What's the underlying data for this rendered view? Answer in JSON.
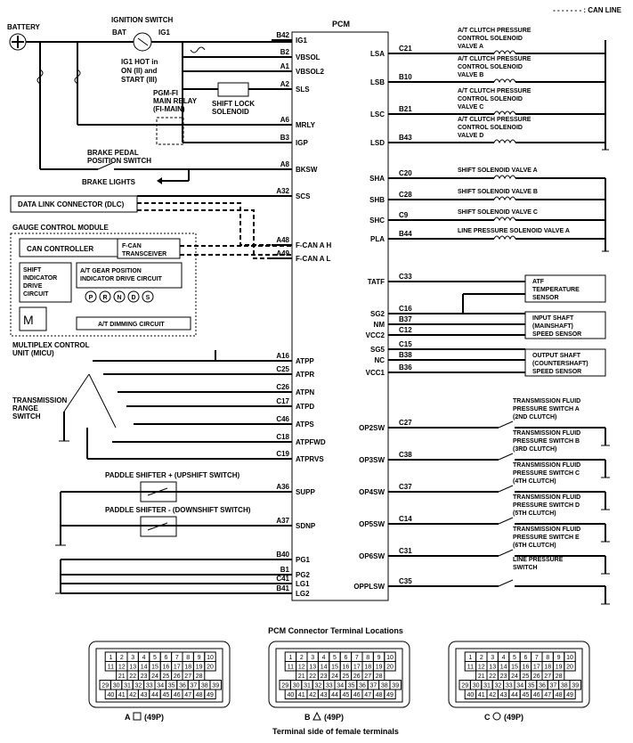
{
  "header": {
    "can_line_label": "- - - - - - - : CAN LINE",
    "battery": "BATTERY",
    "ignition_switch": "IGNITION SWITCH",
    "bat": "BAT",
    "ig1": "IG1",
    "ig1_note": [
      "IG1 HOT in",
      "ON (II) and",
      "START (III)"
    ],
    "pcm": "PCM",
    "relay": [
      "PGM-FI",
      "MAIN RELAY",
      "(FI-MAIN)"
    ],
    "shift_lock": [
      "SHIFT LOCK",
      "SOLENOID"
    ],
    "brake_switch": [
      "BRAKE PEDAL",
      "POSITION SWITCH"
    ],
    "brake_lights": "BRAKE LIGHTS",
    "dlc": "DATA LINK CONNECTOR (DLC)",
    "gauge_module": "GAUGE CONTROL MODULE",
    "can_controller": "CAN CONTROLLER",
    "fcan_transceiver": [
      "F-CAN",
      "TRANSCEIVER"
    ],
    "shift_indicator": [
      "SHIFT",
      "INDICATOR",
      "DRIVE",
      "CIRCUIT"
    ],
    "gear_position": [
      "A/T GEAR POSITION",
      "INDICATOR DRIVE CIRCUIT"
    ],
    "gear_letters": [
      "P",
      "R",
      "N",
      "D",
      "S"
    ],
    "dimming": "A/T DIMMING CIRCUIT",
    "display_m": "M",
    "micu": [
      "MULTIPLEX CONTROL",
      "UNIT (MICU)"
    ],
    "trs": [
      "TRANSMISSION",
      "RANGE",
      "SWITCH"
    ],
    "paddle_up": "PADDLE SHIFTER + (UPSHIFT SWITCH)",
    "paddle_down": "PADDLE SHIFTER - (DOWNSHIFT SWITCH)"
  },
  "left_pins": [
    {
      "code": "B42",
      "name": "IG1"
    },
    {
      "code": "B2",
      "name": "VBSOL"
    },
    {
      "code": "A1",
      "name": "VBSOL2"
    },
    {
      "code": "A2",
      "name": "SLS"
    },
    {
      "code": "A6",
      "name": "MRLY"
    },
    {
      "code": "B3",
      "name": "IGP"
    },
    {
      "code": "A8",
      "name": "BKSW"
    },
    {
      "code": "A32",
      "name": "SCS"
    },
    {
      "code": "A48",
      "name": "F-CAN A H"
    },
    {
      "code": "A49",
      "name": "F-CAN A L"
    },
    {
      "code": "A16",
      "name": "ATPP"
    },
    {
      "code": "C25",
      "name": "ATPR"
    },
    {
      "code": "C26",
      "name": "ATPN"
    },
    {
      "code": "C17",
      "name": "ATPD"
    },
    {
      "code": "C46",
      "name": "ATPS"
    },
    {
      "code": "C18",
      "name": "ATPFWD"
    },
    {
      "code": "C19",
      "name": "ATPRVS"
    },
    {
      "code": "A36",
      "name": "SUPP"
    },
    {
      "code": "A37",
      "name": "SDNP"
    },
    {
      "code": "B40",
      "name": "PG1"
    },
    {
      "code": "B1",
      "name": "PG2"
    },
    {
      "code": "C41",
      "name": "LG1"
    },
    {
      "code": "B41",
      "name": "LG2"
    }
  ],
  "right_pins": [
    {
      "name": "LSA",
      "code": "C21",
      "label": [
        "A/T CLUTCH PRESSURE",
        "CONTROL SOLENOID",
        "VALVE A"
      ]
    },
    {
      "name": "LSB",
      "code": "B10",
      "label": [
        "A/T CLUTCH PRESSURE",
        "CONTROL SOLENOID",
        "VALVE B"
      ]
    },
    {
      "name": "LSC",
      "code": "B21",
      "label": [
        "A/T CLUTCH PRESSURE",
        "CONTROL SOLENOID",
        "VALVE C"
      ]
    },
    {
      "name": "LSD",
      "code": "B43",
      "label": [
        "A/T CLUTCH PRESSURE",
        "CONTROL SOLENOID",
        "VALVE D"
      ]
    },
    {
      "name": "SHA",
      "code": "C20",
      "label": [
        "SHIFT SOLENOID VALVE A"
      ]
    },
    {
      "name": "SHB",
      "code": "C28",
      "label": [
        "SHIFT SOLENOID VALVE B"
      ]
    },
    {
      "name": "SHC",
      "code": "C9",
      "label": [
        "SHIFT SOLENOID VALVE C"
      ]
    },
    {
      "name": "PLA",
      "code": "B44",
      "label": [
        "LINE PRESSURE SOLENOID VALVE A"
      ]
    },
    {
      "name": "TATF",
      "code": "C33",
      "label": []
    },
    {
      "name": "SG2",
      "code": "C16",
      "label": []
    },
    {
      "name": "NM",
      "code": "B37",
      "label": []
    },
    {
      "name": "VCC2",
      "code": "C12",
      "label": []
    },
    {
      "name": "SG5",
      "code": "C15",
      "label": []
    },
    {
      "name": "NC",
      "code": "B38",
      "label": []
    },
    {
      "name": "VCC1",
      "code": "B36",
      "label": []
    },
    {
      "name": "OP2SW",
      "code": "C27",
      "label": [
        "TRANSMISSION FLUID",
        "PRESSURE SWITCH A",
        "(2ND CLUTCH)"
      ]
    },
    {
      "name": "OP3SW",
      "code": "C38",
      "label": [
        "TRANSMISSION FLUID",
        "PRESSURE SWITCH B",
        "(3RD CLUTCH)"
      ]
    },
    {
      "name": "OP4SW",
      "code": "C37",
      "label": [
        "TRANSMISSION FLUID",
        "PRESSURE SWITCH C",
        "(4TH CLUTCH)"
      ]
    },
    {
      "name": "OP5SW",
      "code": "C14",
      "label": [
        "TRANSMISSION FLUID",
        "PRESSURE SWITCH D",
        "(5TH CLUTCH)"
      ]
    },
    {
      "name": "OP6SW",
      "code": "C31",
      "label": [
        "TRANSMISSION FLUID",
        "PRESSURE SWITCH E",
        "(6TH CLUTCH)"
      ]
    },
    {
      "name": "OPPLSW",
      "code": "C35",
      "label": [
        "LINE PRESSURE",
        "SWITCH"
      ]
    }
  ],
  "sensors": [
    [
      "ATF",
      "TEMPERATURE",
      "SENSOR"
    ],
    [
      "INPUT SHAFT",
      "(MAINSHAFT)",
      "SPEED SENSOR"
    ],
    [
      "OUTPUT SHAFT",
      "(COUNTERSHAFT)",
      "SPEED SENSOR"
    ]
  ],
  "connectors": {
    "title": "PCM Connector Terminal Locations",
    "footer": "Terminal side of female terminals",
    "items": [
      {
        "caption": "A",
        "shape": "square",
        "pins": "(49P)"
      },
      {
        "caption": "B",
        "shape": "triangle",
        "pins": "(49P)"
      },
      {
        "caption": "C",
        "shape": "circle",
        "pins": "(49P)"
      }
    ],
    "rows": [
      [
        "1",
        "2",
        "3",
        "4",
        "5",
        "6",
        "7",
        "8",
        "9",
        "10"
      ],
      [
        "11",
        "12",
        "13",
        "14",
        "15",
        "16",
        "17",
        "18",
        "19",
        "20"
      ],
      [
        "21",
        "22",
        "23",
        "24",
        "25",
        "26",
        "27",
        "28"
      ],
      [
        "29",
        "30",
        "31",
        "32",
        "33",
        "34",
        "35",
        "36",
        "37",
        "38",
        "39"
      ],
      [
        "40",
        "41",
        "42",
        "43",
        "44",
        "45",
        "46",
        "47",
        "48",
        "49"
      ]
    ]
  }
}
